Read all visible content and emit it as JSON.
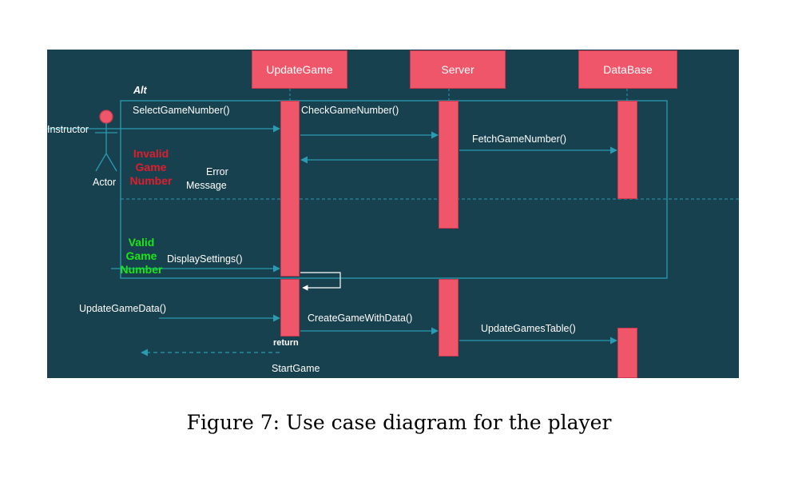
{
  "participants": {
    "update_game": "UpdateGame",
    "server": "Server",
    "database": "DataBase"
  },
  "actor": {
    "name": "Actor",
    "role": "Instructor"
  },
  "fragment": {
    "operator": "Alt",
    "invalid_guard": [
      "Invalid",
      "Game",
      "Number"
    ],
    "valid_guard": [
      "Valid",
      "Game",
      "Number"
    ]
  },
  "messages": {
    "select_game_number": "SelectGameNumber()",
    "check_game_number": "CheckGameNumber()",
    "fetch_game_number": "FetchGameNumber()",
    "error_message": [
      "Error",
      "Message"
    ],
    "display_settings": "DisplaySettings()",
    "update_game_data": "UpdateGameData()",
    "create_game_with_data": "CreateGameWithData()",
    "update_games_table": "UpdateGamesTable()",
    "return": "return",
    "start_game": "StartGame"
  },
  "colors": {
    "background": "#18414f",
    "participant": "#f0566a",
    "arrow": "#2a9bb1",
    "invalid": "#e01d2c",
    "valid": "#19e619"
  },
  "caption": "Figure 7: Use case diagram for the player"
}
